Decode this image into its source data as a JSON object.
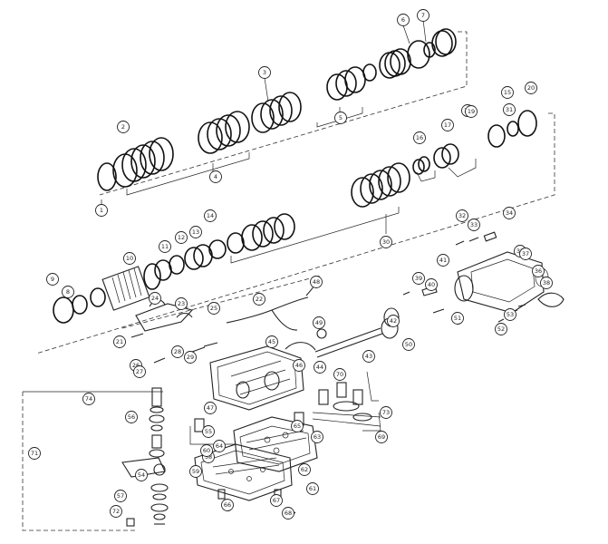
{
  "diagram": {
    "callouts": [
      {
        "label": "1"
      },
      {
        "label": "2"
      },
      {
        "label": "3"
      },
      {
        "label": "4"
      },
      {
        "label": "5"
      },
      {
        "label": "6"
      },
      {
        "label": "7"
      },
      {
        "label": "8"
      },
      {
        "label": "9"
      },
      {
        "label": "10"
      },
      {
        "label": "11"
      },
      {
        "label": "12"
      },
      {
        "label": "13"
      },
      {
        "label": "14"
      },
      {
        "label": "15"
      },
      {
        "label": "16"
      },
      {
        "label": "17"
      },
      {
        "label": "18"
      },
      {
        "label": "19"
      },
      {
        "label": "20"
      },
      {
        "label": "21"
      },
      {
        "label": "22"
      },
      {
        "label": "23"
      },
      {
        "label": "24"
      },
      {
        "label": "25"
      },
      {
        "label": "26"
      },
      {
        "label": "27"
      },
      {
        "label": "28"
      },
      {
        "label": "29"
      },
      {
        "label": "30"
      },
      {
        "label": "31"
      },
      {
        "label": "32"
      },
      {
        "label": "33"
      },
      {
        "label": "34"
      },
      {
        "label": "35"
      },
      {
        "label": "36"
      },
      {
        "label": "37"
      },
      {
        "label": "38"
      },
      {
        "label": "39"
      },
      {
        "label": "40"
      },
      {
        "label": "41"
      },
      {
        "label": "42"
      },
      {
        "label": "43"
      },
      {
        "label": "44"
      },
      {
        "label": "45"
      },
      {
        "label": "46"
      },
      {
        "label": "47"
      },
      {
        "label": "48"
      },
      {
        "label": "49"
      },
      {
        "label": "50"
      },
      {
        "label": "51"
      },
      {
        "label": "52"
      },
      {
        "label": "53"
      },
      {
        "label": "54"
      },
      {
        "label": "55"
      },
      {
        "label": "56"
      },
      {
        "label": "57"
      },
      {
        "label": "58"
      },
      {
        "label": "59"
      },
      {
        "label": "60"
      },
      {
        "label": "61"
      },
      {
        "label": "62"
      },
      {
        "label": "63"
      },
      {
        "label": "64"
      },
      {
        "label": "65"
      },
      {
        "label": "66"
      },
      {
        "label": "67"
      },
      {
        "label": "68"
      },
      {
        "label": "69"
      },
      {
        "label": "70"
      },
      {
        "label": "71"
      },
      {
        "label": "72"
      },
      {
        "label": "73"
      },
      {
        "label": "74"
      }
    ]
  }
}
